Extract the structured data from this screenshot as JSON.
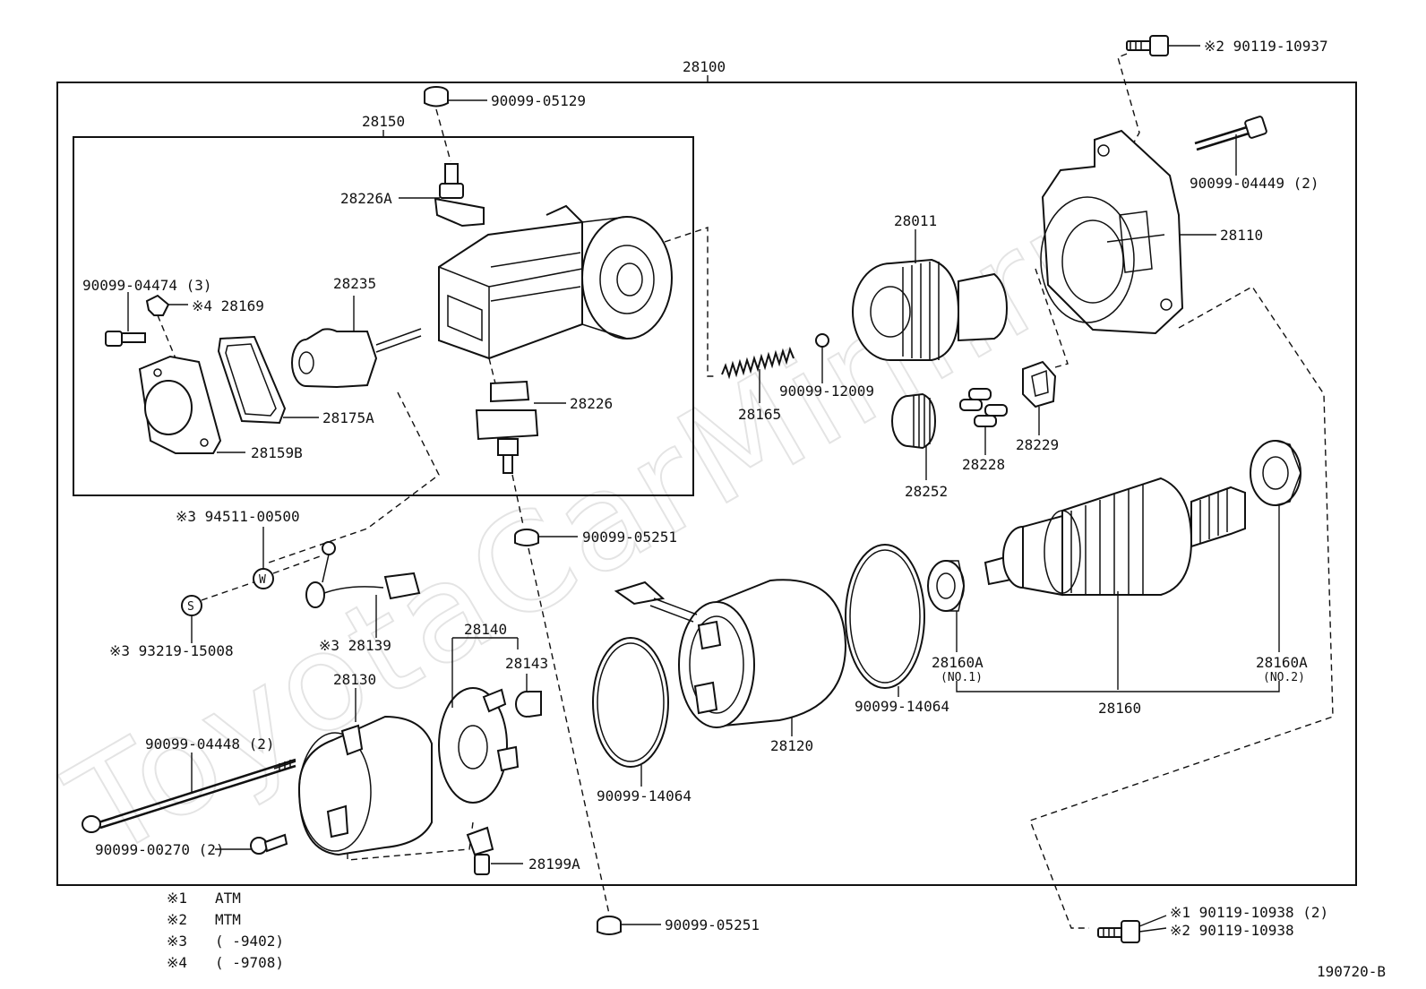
{
  "watermark": "ToyotaCarMini.ru",
  "labels": {
    "assy_28100": "28100",
    "assy_28150": "28150",
    "p_90119_10937": "※2 90119-10937",
    "p_90099_05129_top": "90099-05129",
    "p_28226A": "28226A",
    "p_90099_04474": "90099-04474 (3)",
    "p_28169": "※4 28169",
    "p_28235": "28235",
    "p_28175A": "28175A",
    "p_28159B": "28159B",
    "p_28226": "28226",
    "p_28165": "28165",
    "p_90099_12009": "90099-12009",
    "p_28011": "28011",
    "p_28252": "28252",
    "p_28228": "28228",
    "p_28229": "28229",
    "p_90099_04449": "90099-04449 (2)",
    "p_28110": "28110",
    "p_94511": "※3 94511-00500",
    "p_93219": "※3 93219-15008",
    "p_28139": "※3 28139",
    "p_90099_05251_mid": "90099-05251",
    "p_28140": "28140",
    "p_28143": "28143",
    "p_28130": "28130",
    "p_90099_04448": "90099-04448 (2)",
    "p_90099_00270": "90099-00270 (2)",
    "p_28199A": "28199A",
    "p_90099_14064_left": "90099-14064",
    "p_28120": "28120",
    "p_90099_14064_right": "90099-14064",
    "p_28160A_1": "28160A",
    "p_28160A_1_sub": "(NO.1)",
    "p_28160": "28160",
    "p_28160A_2": "28160A",
    "p_28160A_2_sub": "(NO.2)",
    "p_90099_05251_bot": "90099-05251",
    "p_90119_10938_a": "※1 90119-10938 (2)",
    "p_90119_10938_b": "※2 90119-10938",
    "washer_w": "W",
    "washer_s": "S",
    "figure_code": "190720-B"
  },
  "legend": [
    {
      "mark": "※1",
      "text": "ATM"
    },
    {
      "mark": "※2",
      "text": "MTM"
    },
    {
      "mark": "※3",
      "text": "(      -9402)"
    },
    {
      "mark": "※4",
      "text": "(      -9708)"
    }
  ]
}
